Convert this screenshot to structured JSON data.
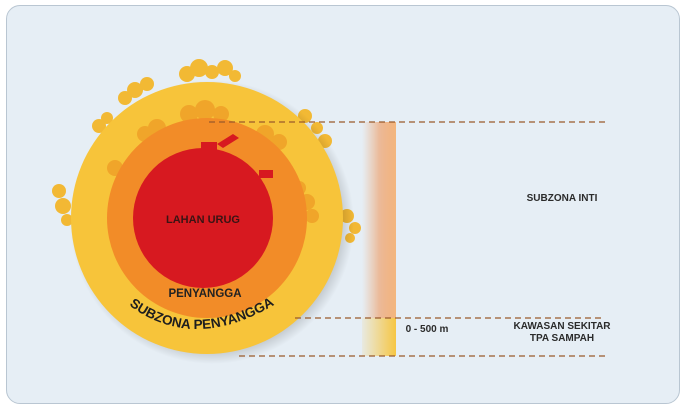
{
  "diagram": {
    "center_label": "LAHAN URUG",
    "middle_ring_label": "PENYANGGA",
    "outer_ring_label": "SUBZONA PENYANGGA",
    "right_labels": {
      "core": "SUBZONA INTI",
      "distance": "0 - 500 m",
      "surrounding_line1": "KAWASAN SEKITAR",
      "surrounding_line2": "TPA SAMPAH"
    },
    "colors": {
      "background": "#e6eef5",
      "outer_ring": "#f7c43a",
      "middle_ring": "#f28c28",
      "core": "#d71920",
      "dashed_lines": "#9a5a2a",
      "trees": "#f3b62a"
    }
  }
}
